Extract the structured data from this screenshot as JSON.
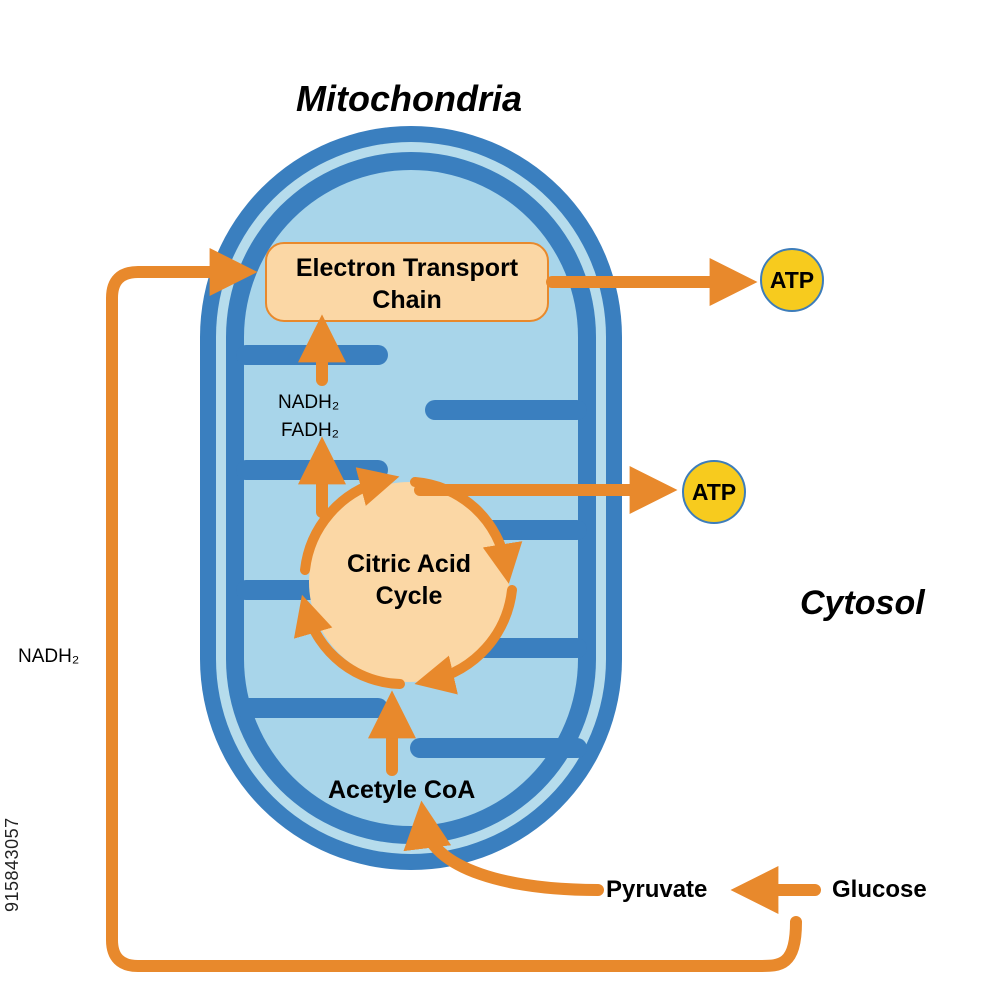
{
  "title": "Mitochondria",
  "region_label": "Cytosol",
  "etc_label_line1": "Electron Transport",
  "etc_label_line2": "Chain",
  "cycle_label_line1": "Citric Acid",
  "cycle_label_line2": "Cycle",
  "nadh_inner": "NADH₂",
  "fadh_inner": "FADH₂",
  "nadh_outer": "NADH₂",
  "acetyl_coa": "Acetyle CoA",
  "pyruvate": "Pyruvate",
  "glucose": "Glucose",
  "atp_top": "ATP",
  "atp_mid": "ATP",
  "image_id": "915843057",
  "colors": {
    "outer_membrane": "#3a7fbf",
    "intermembrane": "#b6dcec",
    "matrix": "#a8d5ea",
    "arrow": "#e8892c",
    "box_fill": "#fbd7a5",
    "atp_fill": "#f7cb1e"
  }
}
